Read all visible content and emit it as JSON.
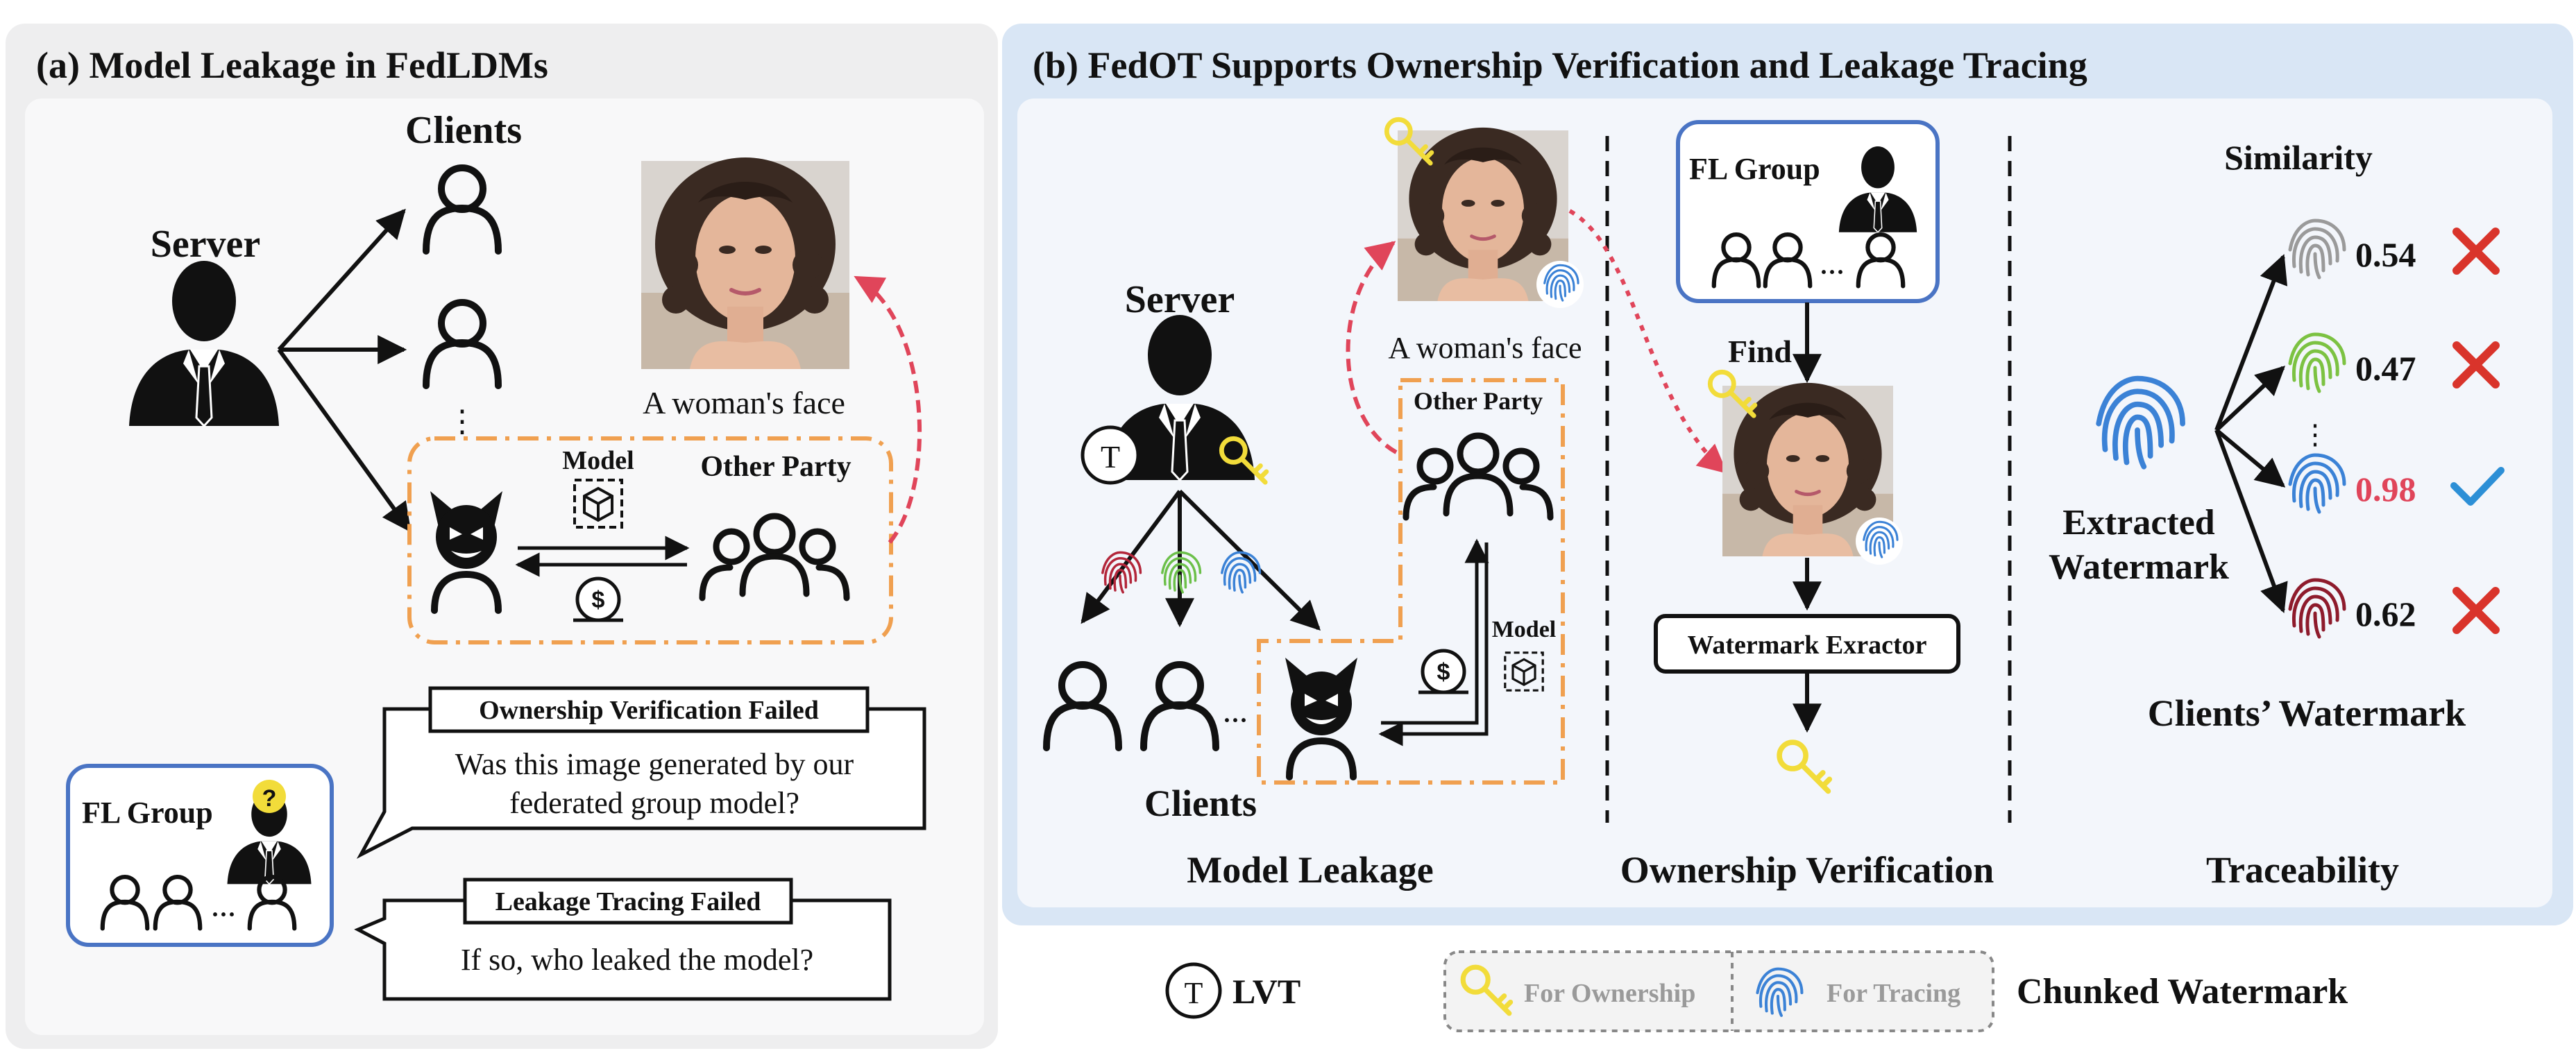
{
  "panel_a": {
    "title": "(a) Model Leakage in FedLDMs",
    "server_label": "Server",
    "clients_label": "Clients",
    "ellipsis": "⋮",
    "image_caption": "A woman's face",
    "model_label": "Model",
    "other_party_label": "Other Party",
    "fl_group_label": "FL Group",
    "question_mark": "?",
    "fl_ellipsis": "···",
    "callout1_title": "Ownership Verification Failed",
    "callout1_line1": "Was this image generated by our",
    "callout1_line2": "federated group model?",
    "callout2_title": "Leakage Tracing Failed",
    "callout2_line1": "If so, who leaked the model?"
  },
  "panel_b": {
    "title": "(b) FedOT Supports Ownership Verification and Leakage Tracing",
    "server_label": "Server",
    "lvt_letter": "T",
    "clients_label": "Clients",
    "clients_ellipsis": "···",
    "image_caption": "A woman's face",
    "other_party_label": "Other Party",
    "model_label": "Model",
    "fl_group_label": "FL Group",
    "fl_ellipsis": "···",
    "find_label": "Find",
    "extractor_label": "Watermark Exractor",
    "extracted_label_1": "Extracted",
    "extracted_label_2": "Watermark",
    "similarity_label": "Similarity",
    "clients_watermark_label": "Clients’ Watermark",
    "ellipsis": "⋮",
    "similarities": [
      {
        "value": "0.54",
        "color": "#9a9a9a",
        "match": false
      },
      {
        "value": "0.47",
        "color": "#7cc242",
        "match": false
      },
      {
        "value": "0.98",
        "color": "#3b82d6",
        "match": true
      },
      {
        "value": "0.62",
        "color": "#8e1b2c",
        "match": false
      }
    ],
    "section_labels": [
      "Model Leakage",
      "Ownership Verification",
      "Traceability"
    ]
  },
  "legend": {
    "lvt_letter": "T",
    "lvt_label": "LVT",
    "ownership_label": "For Ownership",
    "tracing_label": "For Tracing",
    "chunked_label": "Chunked Watermark"
  },
  "colors": {
    "key_yellow": "#f2dc3a",
    "fingerprint_blue": "#3b82d6",
    "fingerprint_red": "#b3263a",
    "fingerprint_green": "#6cc04a",
    "dashed_orange": "#f0a050",
    "dashed_red": "#e0455a",
    "fl_border": "#4a74c4",
    "panel_b_bg": "#d9e6f5",
    "match_red": "#e0455a",
    "check_blue": "#2c8fd6",
    "cross_red": "#d9342b"
  }
}
